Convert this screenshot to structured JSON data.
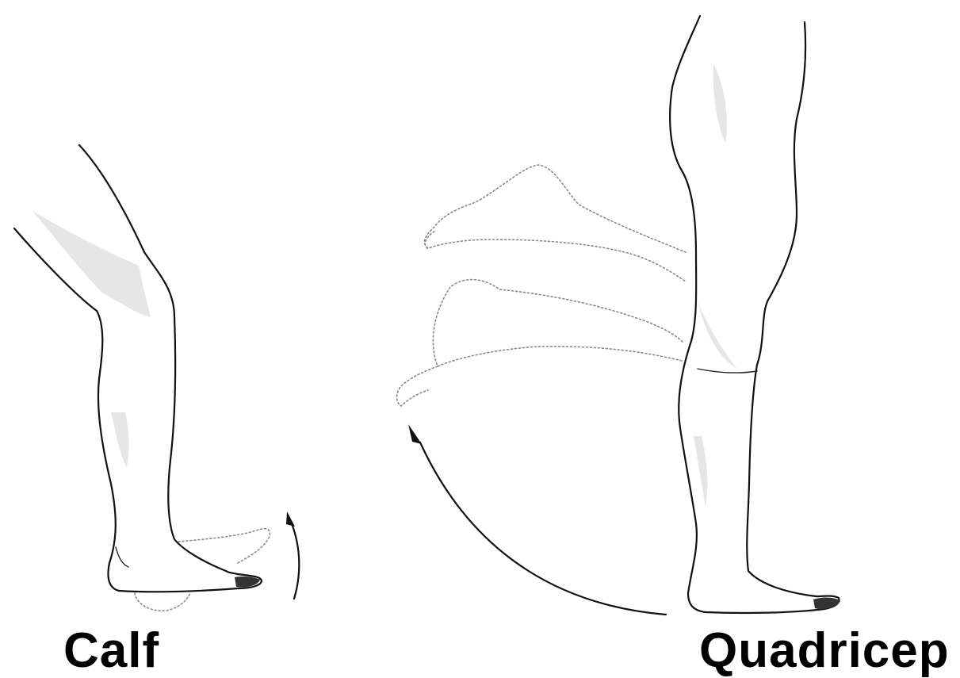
{
  "figure": {
    "panels": [
      {
        "id": "calf",
        "label": "Calf"
      },
      {
        "id": "quadricep",
        "label": "Quadricep"
      }
    ],
    "colors": {
      "line": "#111111",
      "ghost": "#8a8a8a",
      "shading": "#c8c8c8",
      "background": "#ffffff"
    }
  }
}
